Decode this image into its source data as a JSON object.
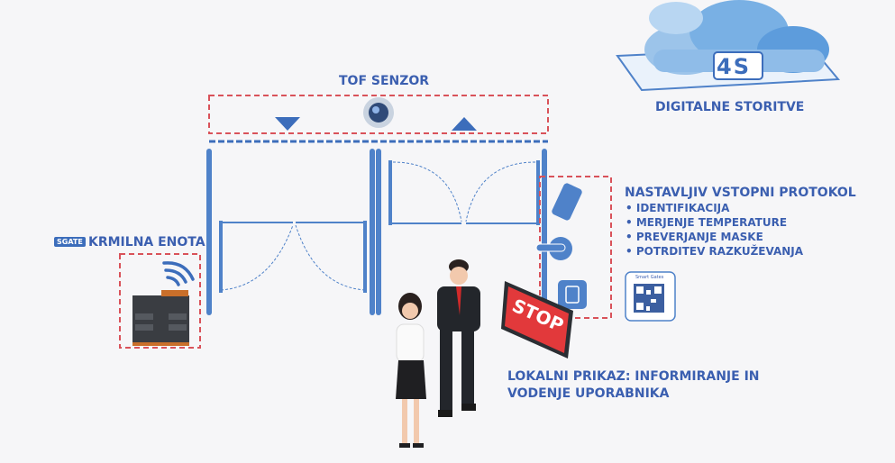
{
  "colors": {
    "accent": "#4f82c9",
    "heading": "#3b5fb0",
    "dashed_red": "#d9525a",
    "stop_red": "#e2393b",
    "background": "#f6f6f8"
  },
  "cloud": {
    "logo_text": "4S",
    "label": "DIGITALNE STORITVE"
  },
  "tof": {
    "label": "TOF SENZOR"
  },
  "control_unit": {
    "logo_text": "SGATE",
    "label": "KRMILNA ENOTA"
  },
  "protocol": {
    "title": "NASTAVLJIV VSTOPNI PROTOKOL",
    "items": [
      "• IDENTIFIKACIJA",
      "• MERJENJE TEMPERATURE",
      "• PREVERJANJE MASKE",
      "• POTRDITEV RAZKUŽEVANJA"
    ],
    "qr_caption": "Smart Gates"
  },
  "display": {
    "stop_text": "STOP",
    "line1": "LOKALNI PRIKAZ: INFORMIRANJE IN",
    "line2": "VODENJE UPORABNIKA"
  }
}
